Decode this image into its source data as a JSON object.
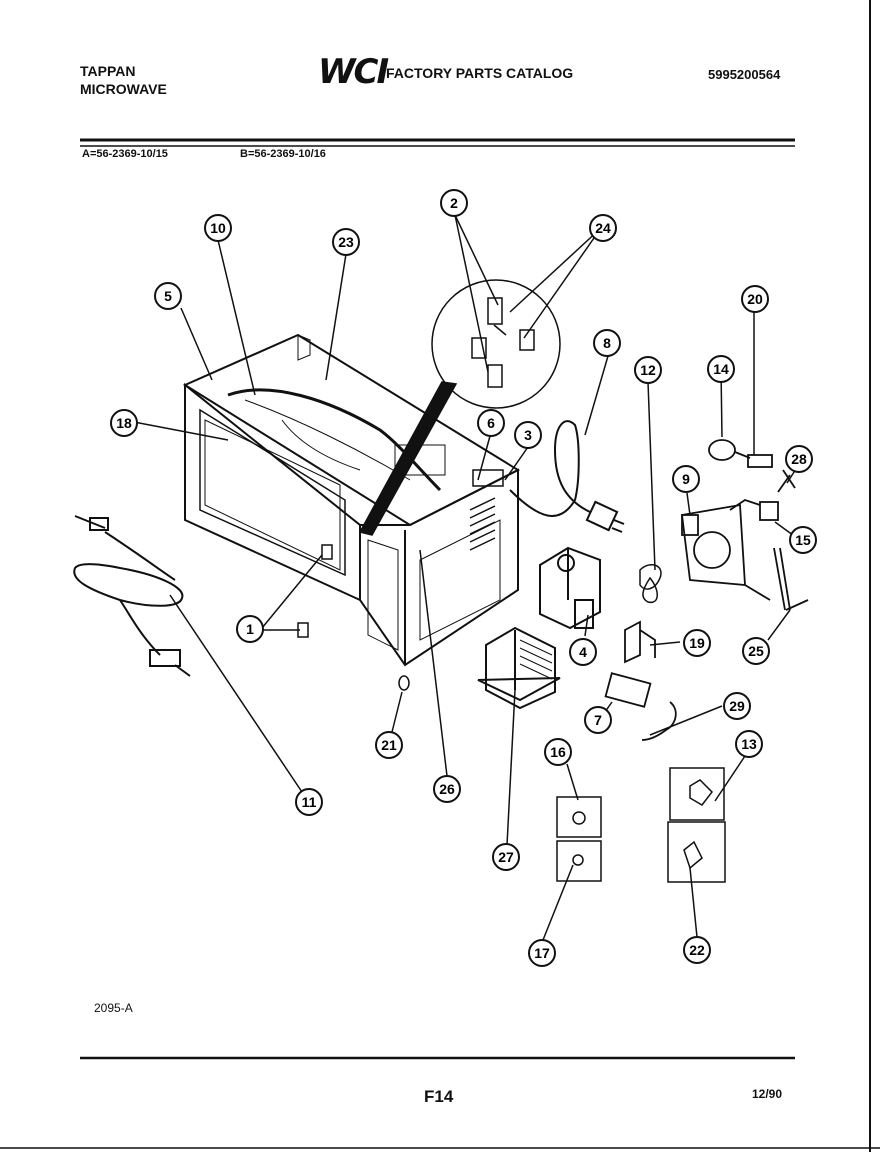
{
  "header": {
    "brand_line1": "TAPPAN",
    "brand_line2": "MICROWAVE",
    "logo_text": "WCI",
    "catalog_title": "FACTORY PARTS CATALOG",
    "catalog_number": "5995200564"
  },
  "models": {
    "model_a": "A=56-2369-10/15",
    "model_b": "B=56-2369-10/16"
  },
  "footer": {
    "drawing_number": "2095-A",
    "page_number": "F14",
    "date": "12/90"
  },
  "callouts": [
    "1",
    "2",
    "3",
    "4",
    "5",
    "6",
    "7",
    "8",
    "9",
    "10",
    "11",
    "12",
    "13",
    "14",
    "15",
    "16",
    "17",
    "18",
    "19",
    "20",
    "21",
    "22",
    "23",
    "24",
    "25",
    "26",
    "27",
    "28",
    "29"
  ]
}
